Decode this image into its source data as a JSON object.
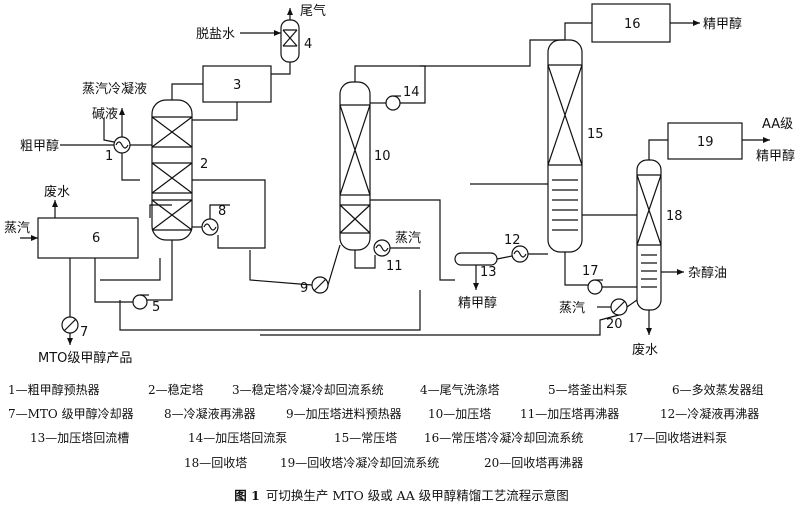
{
  "diagram": {
    "numbers": {
      "n1": "1",
      "n2": "2",
      "n3": "3",
      "n4": "4",
      "n5": "5",
      "n6": "6",
      "n7": "7",
      "n8": "8",
      "n9": "9",
      "n10": "10",
      "n11": "11",
      "n12": "12",
      "n13": "13",
      "n14": "14",
      "n15": "15",
      "n16": "16",
      "n17": "17",
      "n18": "18",
      "n19": "19",
      "n20": "20"
    },
    "streams": {
      "tail_gas": "尾气",
      "desalted_water": "脱盐水",
      "steam_condensate": "蒸汽冷凝液",
      "lye": "碱液",
      "crude_methanol": "粗甲醇",
      "waste_water_1": "废水",
      "steam_1": "蒸汽",
      "mto_product": "MTO级甲醇产品",
      "steam_2": "蒸汽",
      "refined_methanol_1": "精甲醇",
      "refined_methanol_2": "精甲醇",
      "aa_grade": "AA级",
      "aa_refined": "精甲醇",
      "fusel_oil": "杂醇油",
      "steam_3": "蒸汽",
      "waste_water_2": "废水"
    }
  },
  "legend": {
    "row1": [
      "1—粗甲醇预热器",
      "2—稳定塔",
      "3—稳定塔冷凝冷却回流系统",
      "4—尾气洗涤塔",
      "5—塔釜出料泵",
      "6—多效蒸发器组"
    ],
    "row2": [
      "7—MTO 级甲醇冷却器",
      "8—冷凝液再沸器",
      "9—加压塔进料预热器",
      "10—加压塔",
      "11—加压塔再沸器",
      "12—冷凝液再沸器"
    ],
    "row3": [
      "13—加压塔回流槽",
      "14—加压塔回流泵",
      "15—常压塔",
      "16—常压塔冷凝冷却回流系统",
      "17—回收塔进料泵"
    ],
    "row4": [
      "18—回收塔",
      "19—回收塔冷凝冷却回流系统",
      "20—回收塔再沸器"
    ]
  },
  "caption": {
    "figure_no": "图 1",
    "title": "可切换生产 MTO 级或 AA 级甲醇精馏工艺流程示意图"
  }
}
